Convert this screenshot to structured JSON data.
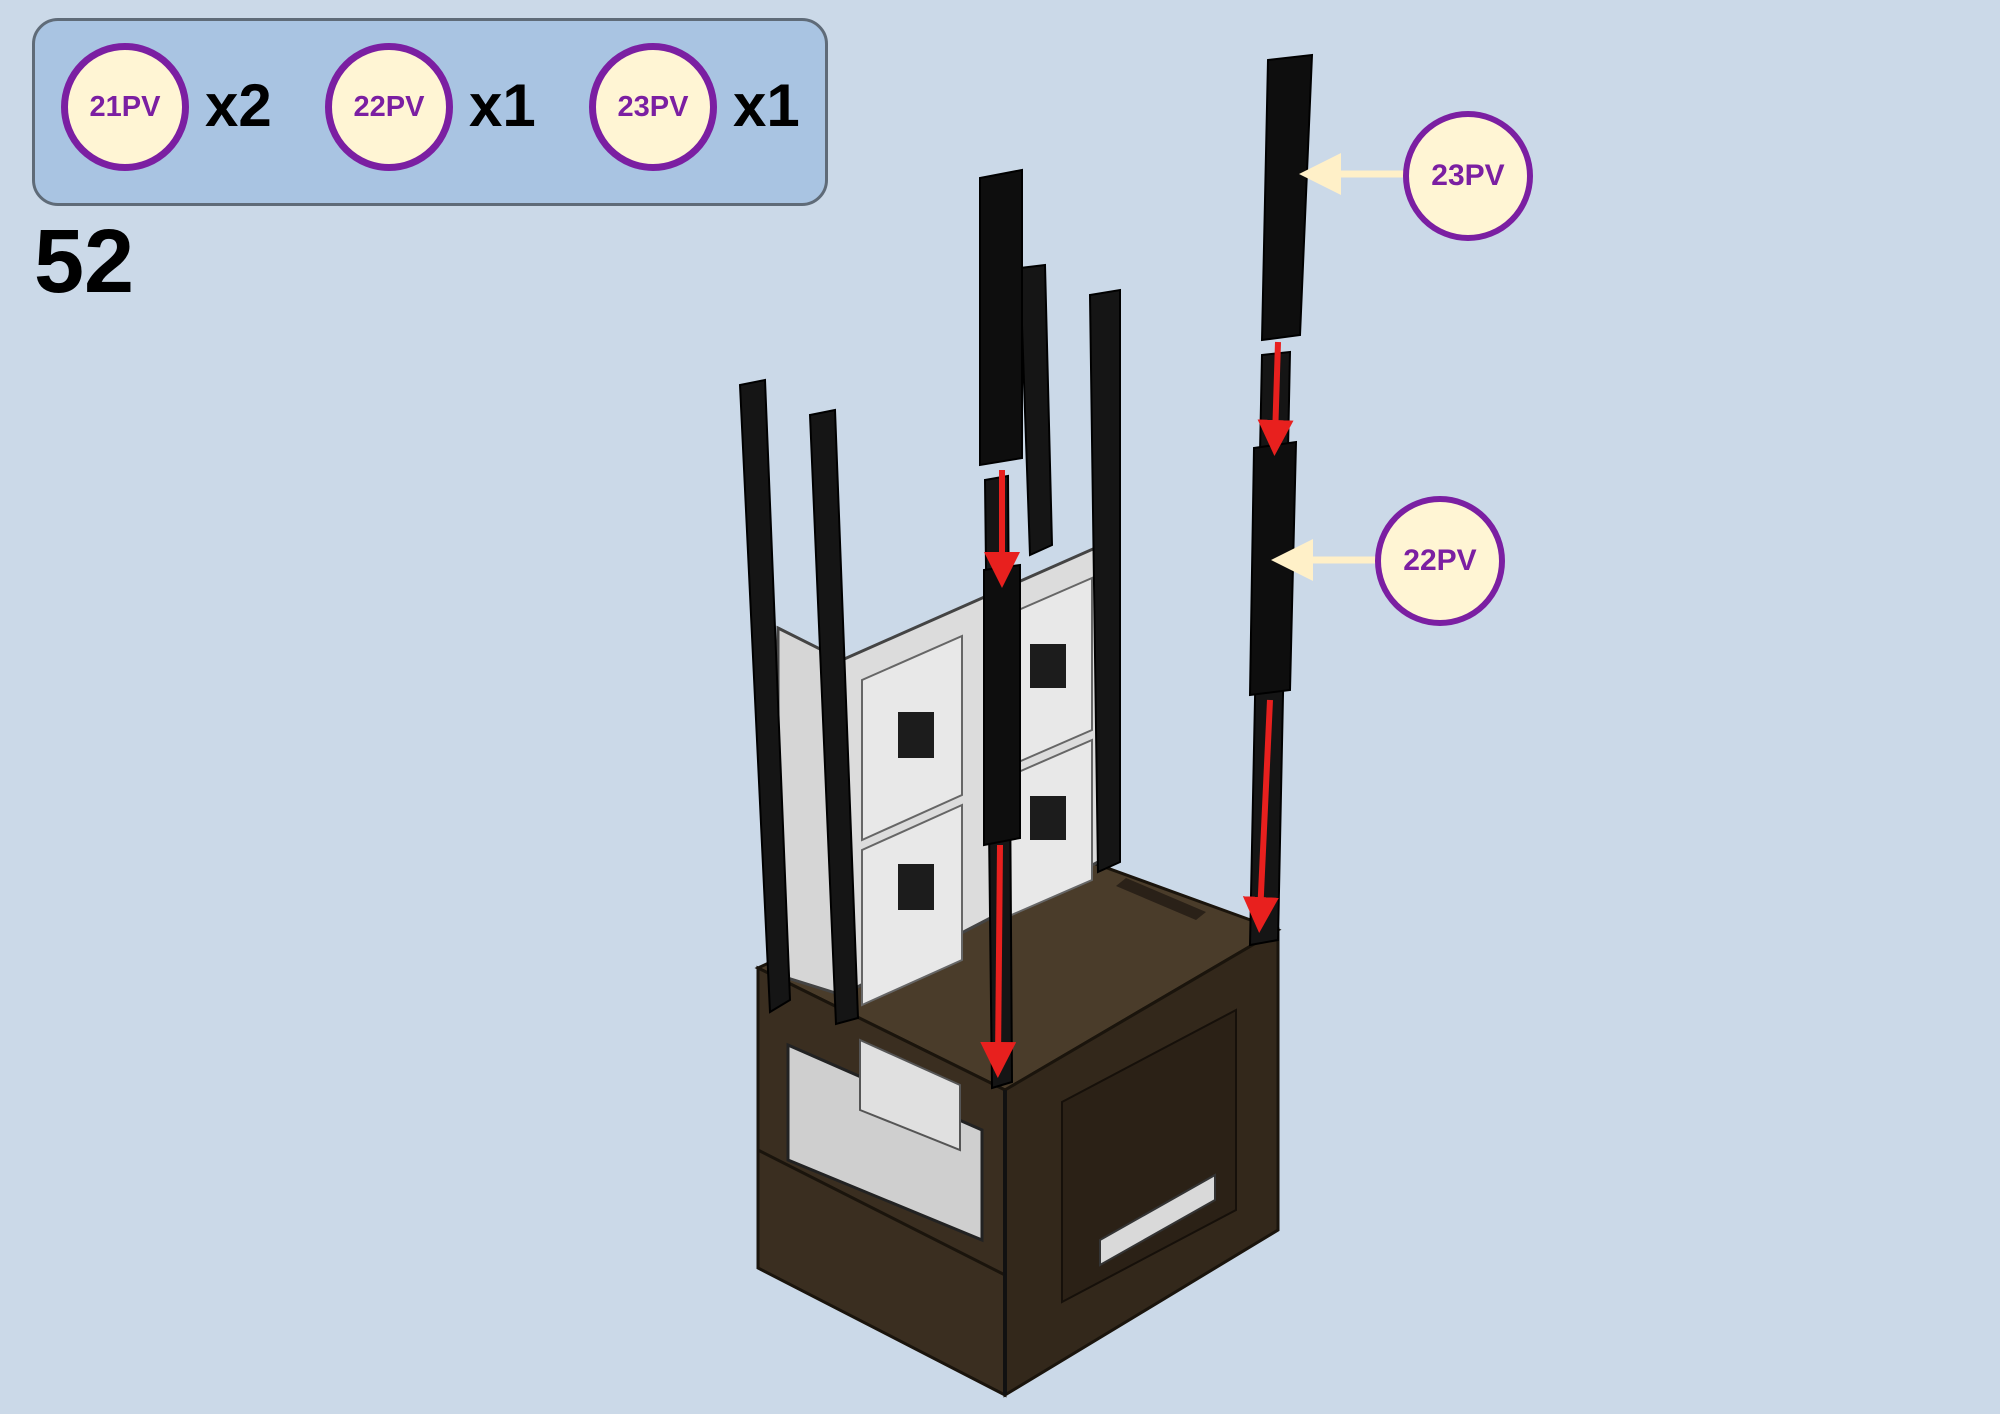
{
  "parts_list": [
    {
      "id": "21PV",
      "quantity": "x2"
    },
    {
      "id": "22PV",
      "quantity": "x1"
    },
    {
      "id": "23PV",
      "quantity": "x1"
    }
  ],
  "step_number": "52",
  "callouts": [
    {
      "id": "23PV"
    },
    {
      "id": "22PV"
    }
  ],
  "colors": {
    "badge_fill": "#fff5d4",
    "badge_border": "#7b1fa2",
    "badge_text": "#7b1fa2",
    "parts_box_fill": "#a9c4e2",
    "background": "#cbd9e8",
    "motion_arrow": "#e8201e",
    "pointer_arrow": "#fff0c8",
    "extrusion": "#111111",
    "cabinet": "#3a2e20"
  }
}
